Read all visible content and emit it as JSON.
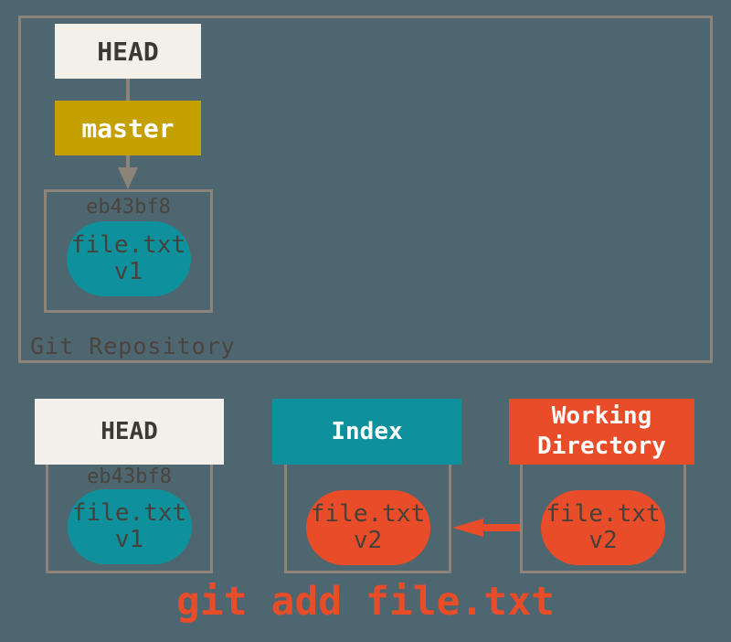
{
  "colors": {
    "background": "#4D6670",
    "box_border": "#8C8379",
    "cream": "#F2F0E9",
    "branch_gold": "#C4A000",
    "teal": "#0F919D",
    "orange": "#E84C28",
    "dark_text": "#3D3834",
    "muted_label_text": "#4B443D",
    "white": "#FFFFFF"
  },
  "repository": {
    "label": "Git Repository",
    "head": "HEAD",
    "branch": "master",
    "commit": {
      "hash": "eb43bf8",
      "file": "file.txt",
      "version": "v1"
    }
  },
  "columns": {
    "head": {
      "title": "HEAD",
      "hash": "eb43bf8",
      "file": "file.txt",
      "version": "v1"
    },
    "index": {
      "title": "Index",
      "file": "file.txt",
      "version": "v2"
    },
    "working_directory": {
      "title": "Working Directory",
      "file": "file.txt",
      "version": "v2"
    }
  },
  "caption": "git add file.txt"
}
